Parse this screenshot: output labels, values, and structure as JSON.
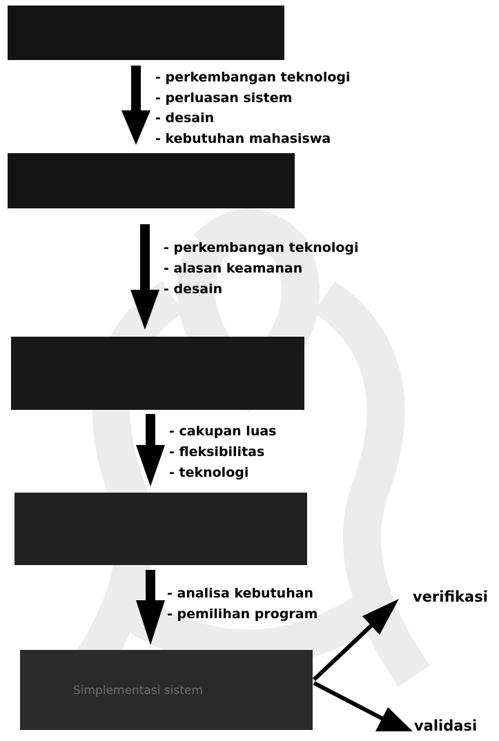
{
  "boxes": [
    {
      "label": ""
    },
    {
      "label": ""
    },
    {
      "label": ""
    },
    {
      "label": ""
    },
    {
      "label": "Simplementasi sistem"
    }
  ],
  "transitions": [
    {
      "notes": [
        "- perkembangan teknologi",
        "- perluasan sistem",
        "- desain",
        "- kebutuhan mahasiswa"
      ]
    },
    {
      "notes": [
        "- perkembangan teknologi",
        "- alasan keamanan",
        "- desain"
      ]
    },
    {
      "notes": [
        "- cakupan luas",
        "- fleksibilitas",
        "- teknologi"
      ]
    },
    {
      "notes": [
        "- analisa kebutuhan",
        "- pemilihan program"
      ]
    }
  ],
  "outputs": {
    "verify": "verifikasi",
    "validate": "validasi"
  },
  "colors": {
    "box": "#141414",
    "watermark": "#ececec",
    "arrow": "#000000"
  }
}
